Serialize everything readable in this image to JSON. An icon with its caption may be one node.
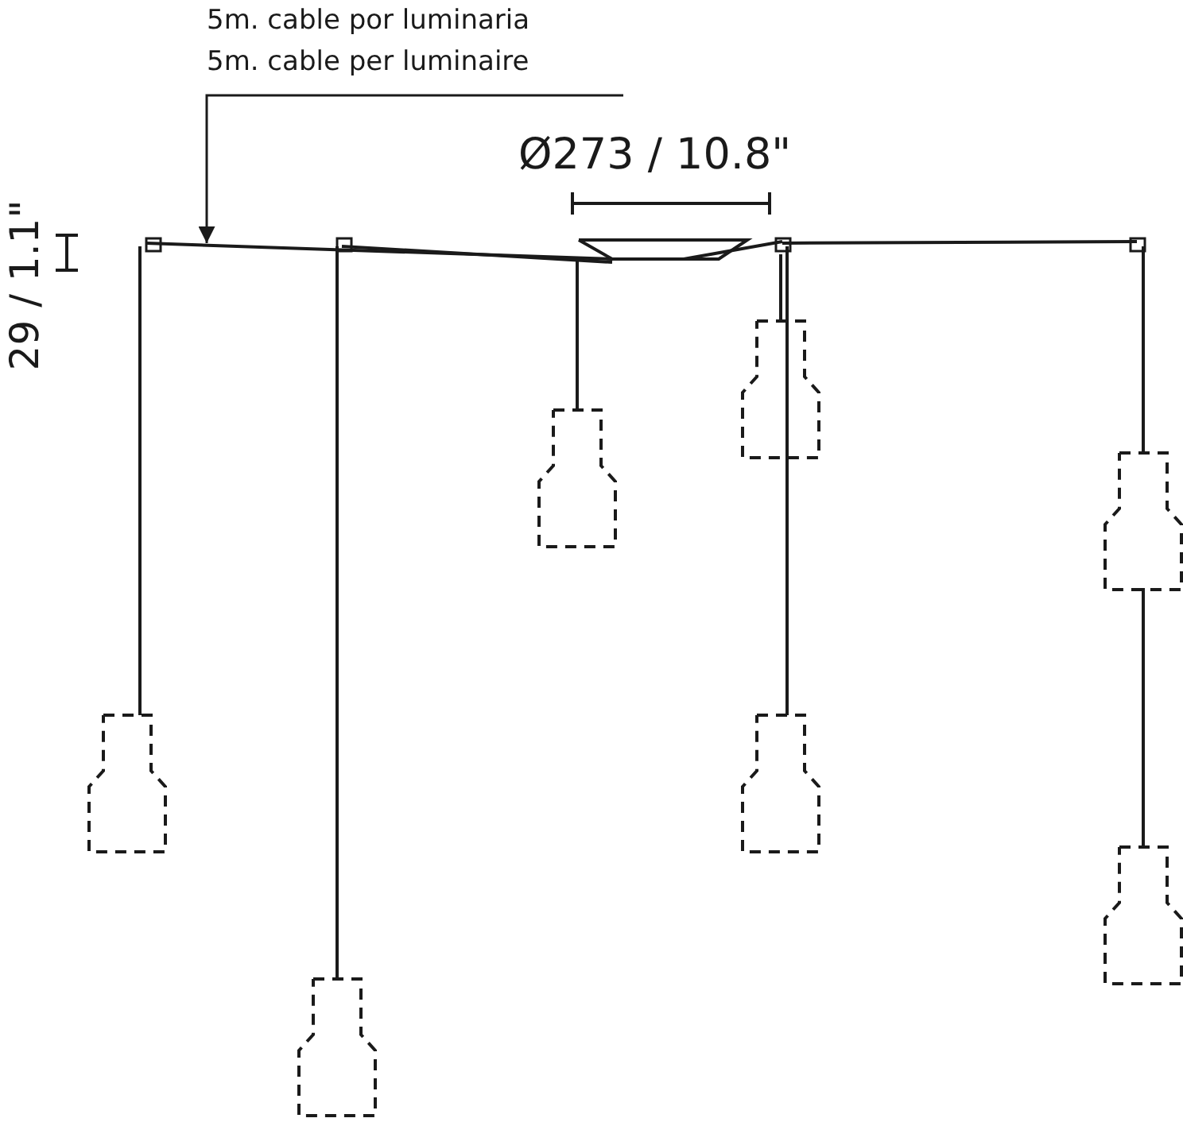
{
  "diagram": {
    "nodes": [
      {
        "text": [
          "5m. cable por luminaria",
          "5m. cable per luminaire"
        ]
      },
      {
        "text": [],
        "shape": "picture"
      }
    ],
    "edges": [
      {
        "from": 0,
        "to": 1,
        "arrow": "to"
      }
    ],
    "labels": [
      "Ø273 / 10.8\"",
      "29 / 1.1\""
    ]
  }
}
